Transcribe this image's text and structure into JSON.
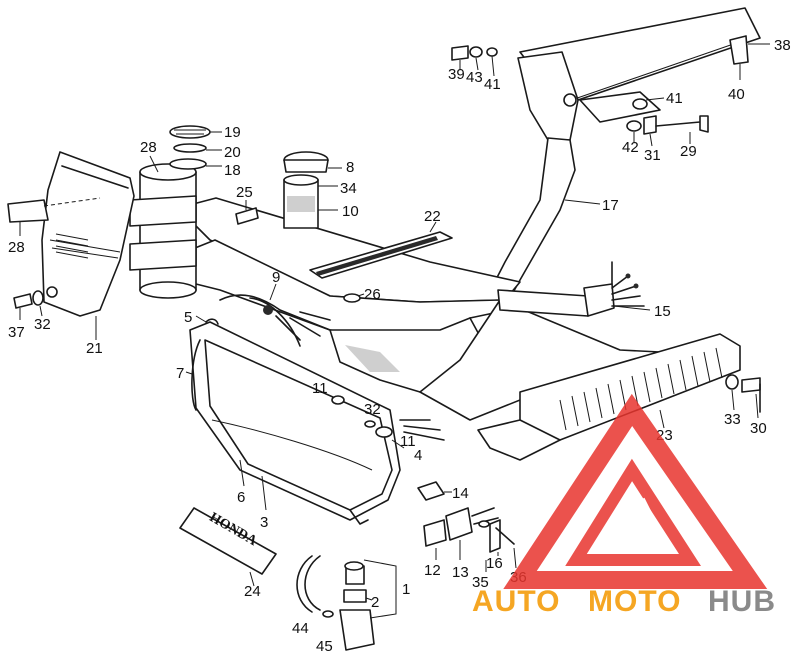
{
  "labels": {
    "n1": "1",
    "n2": "2",
    "n3": "3",
    "n4": "4",
    "n5": "5",
    "n6": "6",
    "n7": "7",
    "n8": "8",
    "n9": "9",
    "n10": "10",
    "n11a": "11",
    "n11b": "11",
    "n12": "12",
    "n13": "13",
    "n14": "14",
    "n15": "15",
    "n16": "16",
    "n17": "17",
    "n18": "18",
    "n19": "19",
    "n20": "20",
    "n21": "21",
    "n22": "22",
    "n23": "23",
    "n24": "24",
    "n25": "25",
    "n26": "26",
    "n28a": "28",
    "n28b": "28",
    "n29": "29",
    "n30": "30",
    "n31": "31",
    "n32a": "32",
    "n32b": "32",
    "n33": "33",
    "n34": "34",
    "n35": "35",
    "n36": "36",
    "n37": "37",
    "n38": "38",
    "n39": "39",
    "n40": "40",
    "n41a": "41",
    "n41b": "41",
    "n42": "42",
    "n43": "43",
    "n44": "44",
    "n45": "45"
  },
  "emblem_text": "HONDA",
  "watermark": {
    "part_auto": "AUTO",
    "part_moto": "MOTO",
    "part_hub": "HUB",
    "color_red": "#e8352e",
    "color_orange": "#f5a623",
    "color_gray": "#8a8a8a"
  }
}
